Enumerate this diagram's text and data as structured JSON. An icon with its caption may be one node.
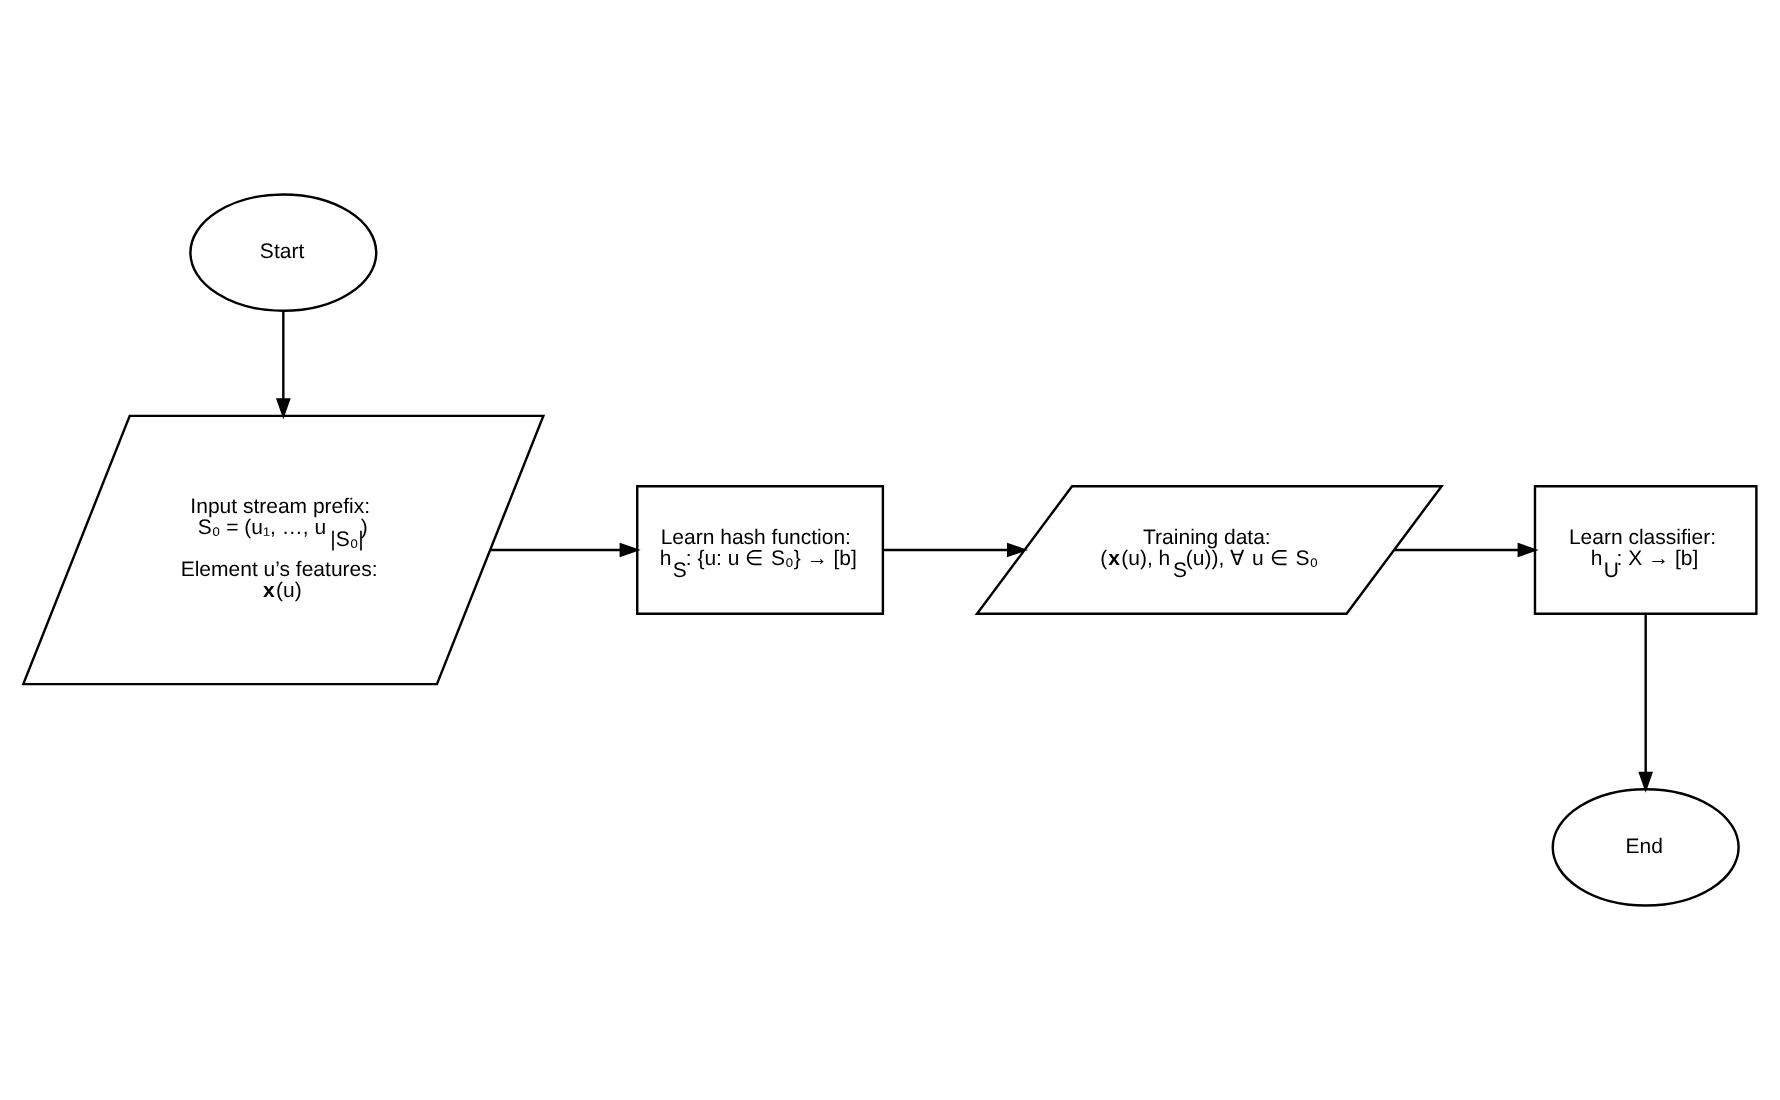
{
  "diagram": {
    "nodes": [
      {
        "text": [
          "Start"
        ]
      },
      {
        "text": [
          "Input stream prefix: S₀ = (u₁, …, u$_{|S₀|}$)",
          "Element u’s features: **x**(u)"
        ]
      },
      {
        "text": [
          "Learn hash function: h$_{S}$: {u: u ∈ S₀} → [b]"
        ]
      },
      {
        "text": [
          "Training data: (**x**(u), h$_{S}$(u)), ∀ u ∈ S₀"
        ]
      },
      {
        "text": [
          "Learn classifier: h$_{U}$: X → [b]"
        ]
      },
      {
        "text": [
          "End"
        ]
      }
    ],
    "edges": [
      {
        "from": 0,
        "to": 1,
        "arrow": "to"
      },
      {
        "from": 1,
        "to": 2,
        "arrow": "to"
      },
      {
        "from": 2,
        "to": 3,
        "arrow": "to"
      },
      {
        "from": 3,
        "to": 4,
        "arrow": "to"
      },
      {
        "from": 4,
        "to": 5,
        "arrow": "to"
      }
    ]
  }
}
